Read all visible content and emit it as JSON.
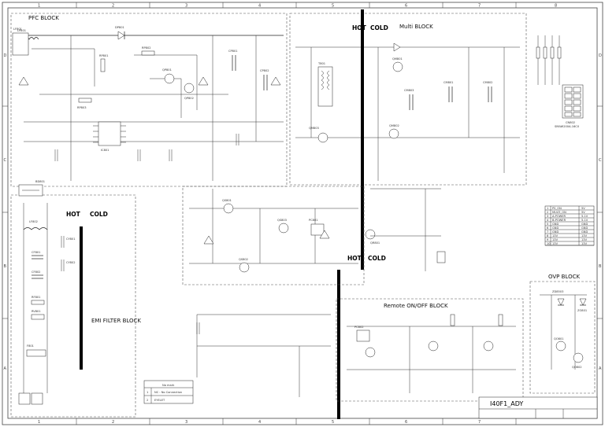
{
  "frame": {
    "columns": [
      "1",
      "2",
      "3",
      "4",
      "5",
      "6",
      "7",
      "8"
    ],
    "rows": [
      "D",
      "C",
      "B",
      "A"
    ]
  },
  "blocks": {
    "pfc": "PFC  BLOCK",
    "multi": "Multi  BLOCK",
    "emi": "EMI FILTER BLOCK",
    "remote": "Remote ON/OFF  BLOCK",
    "ovp": "OVP  BLOCK"
  },
  "isolation": {
    "hot": "HOT",
    "cold": "COLD"
  },
  "parts": {
    "lf801": "LF801",
    "ic801": "IC801",
    "cn802": "CN802",
    "cn802_model": "SMAW200A-16C0",
    "t801": "T801",
    "zd8503": "ZD8503",
    "bd801": "BD801",
    "f801": "F801",
    "qm801": "QM801",
    "qm802": "QM802",
    "qm803": "QM803",
    "qs801": "QS801",
    "qs802": "QS802",
    "qs803": "QS803",
    "qr801": "QR801",
    "cm801": "CM801",
    "cm802": "CM802",
    "cm803": "CM803",
    "rp801": "RP801",
    "rp802": "RP802",
    "rp803": "RP803",
    "cp801": "CP801",
    "cp802": "CP802",
    "dp801": "DP801",
    "lp801": "LP801",
    "qp801": "QP801",
    "qp802": "QP802",
    "cf801": "CF801",
    "cf802": "CF802",
    "cy801": "CY801",
    "cy802": "CY802",
    "lf802": "LF802",
    "rf801": "RF801",
    "rv801": "RV801",
    "pc801": "PC801",
    "pc802": "PC802",
    "qo801": "QO801",
    "qo802": "QO802",
    "zo801": "ZO801"
  },
  "cn802_pins": [
    {
      "no": "1",
      "name": "PS_ON",
      "value": "5V"
    },
    {
      "no": "2",
      "name": "MULTI_ON",
      "value": "5V"
    },
    {
      "no": "3",
      "name": "A-POWER",
      "value": "5.1V"
    },
    {
      "no": "4",
      "name": "B-POWER",
      "value": "5.1V"
    },
    {
      "no": "5",
      "name": "GND",
      "value": "GND"
    },
    {
      "no": "6",
      "name": "GND",
      "value": "GND"
    },
    {
      "no": "7",
      "name": "GND",
      "value": "GND"
    },
    {
      "no": "8",
      "name": "13V",
      "value": "13V"
    },
    {
      "no": "9",
      "name": "13V",
      "value": "13V"
    },
    {
      "no": "10",
      "name": "13V",
      "value": "13V"
    }
  ],
  "legend": {
    "header": "No mark",
    "rows": [
      {
        "id": "1",
        "desc": "NC : No Connection"
      },
      {
        "id": "2",
        "desc": "EYELET"
      }
    ]
  },
  "titleblock": {
    "name": "I40F1_ADY"
  },
  "colors": {
    "ink": "#222222",
    "isolation_bar": "#000000",
    "block_border": "#555555"
  }
}
